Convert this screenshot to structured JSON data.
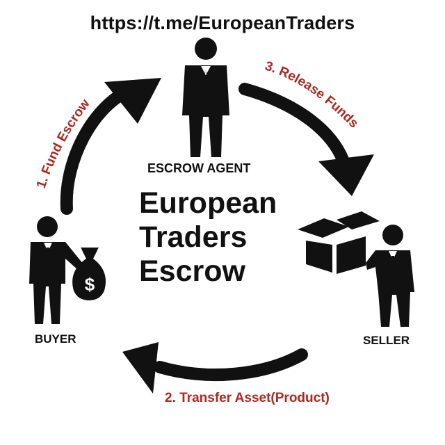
{
  "header": {
    "url": "https://t.me/EuropeanTraders"
  },
  "center": {
    "title_lines": [
      "European",
      "Traders",
      "Escrow"
    ]
  },
  "roles": {
    "escrow_agent": "ESCROW AGENT",
    "buyer": "BUYER",
    "seller": "SELLER"
  },
  "steps": {
    "step1": "1. Fund Escrow",
    "step2": "2. Transfer Asset(Product)",
    "step3": "3. Release Funds"
  },
  "icons": {
    "money_bag_symbol": "$",
    "figures": [
      "escrow-agent-figure-icon",
      "buyer-figure-icon",
      "seller-figure-icon",
      "money-bag-icon",
      "box-icon"
    ]
  },
  "colors": {
    "ink": "#111111",
    "step_label": "#b3261e"
  }
}
